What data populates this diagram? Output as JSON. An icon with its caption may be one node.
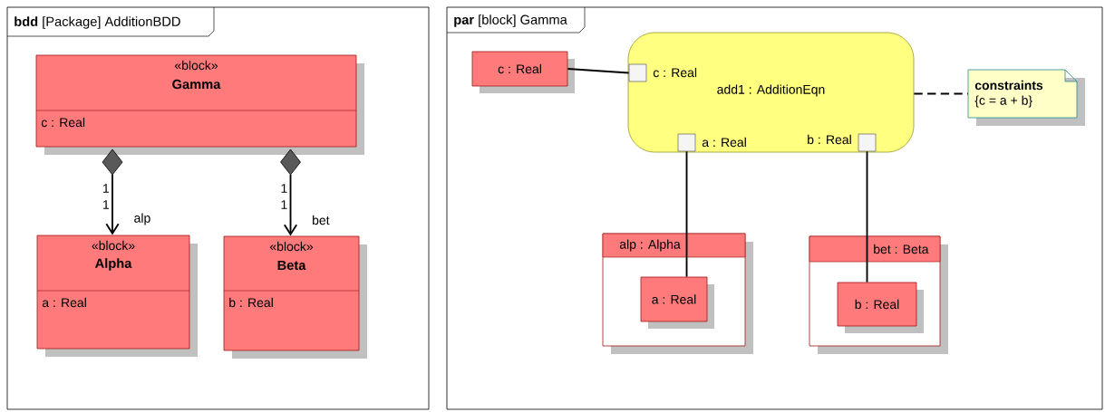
{
  "diagram": {
    "nodes": [
      {
        "text": [
          "**bdd** [Package] AdditionBDD"
        ]
      },
      {
        "text": [
          "«block»",
          "Gamma",
          "c : Real"
        ],
        "in": 0
      },
      {
        "text": [
          "«block»",
          "Alpha",
          "a : Real"
        ],
        "in": 0
      },
      {
        "text": [
          "«block»",
          "Beta",
          "b : Real"
        ],
        "in": 0
      },
      {
        "text": [
          "**par** [block] Gamma"
        ]
      },
      {
        "text": [
          "c : Real"
        ],
        "in": 4
      },
      {
        "text": [
          "add1 : AdditionEqn"
        ],
        "in": 4
      },
      {
        "text": [],
        "shape": "box",
        "beside": [
          "c : Real"
        ],
        "in": 6
      },
      {
        "text": [],
        "shape": "box",
        "beside": [
          "a : Real"
        ],
        "in": 6
      },
      {
        "text": [],
        "shape": "box",
        "beside": [
          "b : Real"
        ],
        "in": 6
      },
      {
        "text": [
          "constraints",
          "{c = a + b}"
        ],
        "in": 4
      },
      {
        "text": [
          "alp : Alpha"
        ],
        "in": 4
      },
      {
        "text": [
          "a : Real"
        ],
        "in": 11
      },
      {
        "text": [
          "bet : Beta"
        ],
        "in": 4
      },
      {
        "text": [
          "b : Real"
        ],
        "in": 13
      }
    ],
    "edges": [
      {
        "from": 1,
        "to": 2,
        "arrow": "to",
        "label": "alp"
      },
      {
        "from": 1,
        "to": 3,
        "arrow": "to",
        "label": "bet"
      },
      {
        "from": 5,
        "to": 7,
        "arrow": "none"
      },
      {
        "from": 8,
        "to": 12,
        "arrow": "none"
      },
      {
        "from": 9,
        "to": 14,
        "arrow": "none"
      },
      {
        "from": 6,
        "to": 10,
        "arrow": "none",
        "style": "dashed"
      }
    ],
    "labels": [
      "1",
      "1",
      "1",
      "1"
    ]
  }
}
